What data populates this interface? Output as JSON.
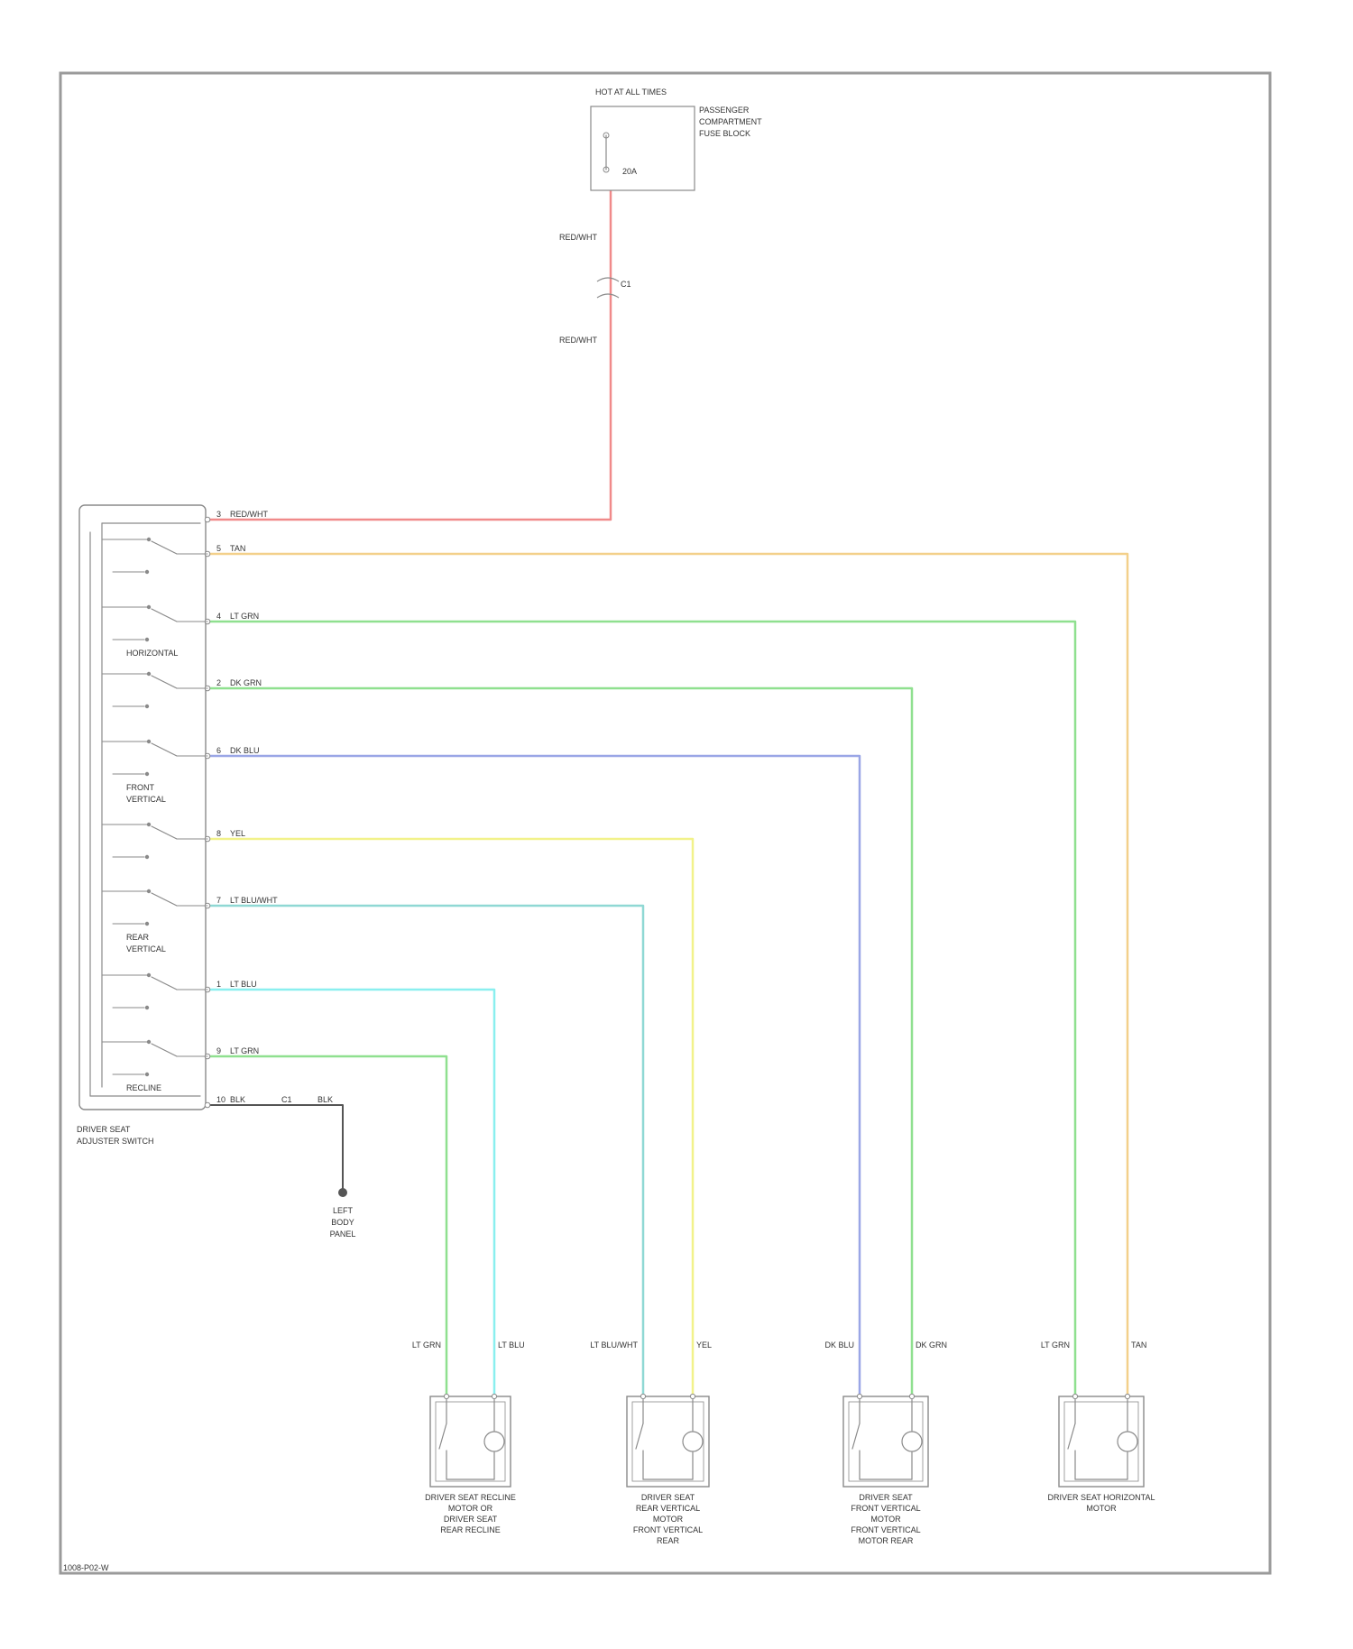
{
  "colors": {
    "frame": "#9a9a9a",
    "component": "#8a8a8a",
    "wire_red": "#f08a8a",
    "wire_orange": "#f3d08a",
    "wire_green": "#8fe08f",
    "wire_blue": "#9aa6e6",
    "wire_yellow": "#f2f28a",
    "wire_teal": "#8fd8d4",
    "wire_cyan": "#8aefef",
    "ground": "#555555"
  },
  "fuse_block": {
    "header": "HOT AT ALL TIMES",
    "fuse_label": "20A",
    "desc_lines": [
      "PASSENGER",
      "COMPARTMENT",
      "FUSE BLOCK"
    ],
    "wire_top": "RED/WHT",
    "connector": "C1",
    "wire_bottom": "RED/WHT"
  },
  "switch_assembly": {
    "caption_lines": [
      "DRIVER SEAT",
      "ADJUSTER SWITCH"
    ],
    "group_labels": [
      [
        "HORIZONTAL"
      ],
      [
        "FRONT",
        "VERTICAL"
      ],
      [
        "REAR",
        "VERTICAL"
      ],
      [
        "RECLINE"
      ]
    ],
    "pins": [
      {
        "pin": "3",
        "wire": "RED/WHT"
      },
      {
        "pin": "5",
        "wire": "TAN"
      },
      {
        "pin": "4",
        "wire": "LT GRN"
      },
      {
        "pin": "2",
        "wire": "DK GRN"
      },
      {
        "pin": "6",
        "wire": "DK BLU"
      },
      {
        "pin": "8",
        "wire": "YEL"
      },
      {
        "pin": "7",
        "wire": "LT BLU/WHT"
      },
      {
        "pin": "1",
        "wire": "LT BLU"
      },
      {
        "pin": "9",
        "wire": "LT GRN"
      },
      {
        "pin": "10",
        "wire": "BLK"
      }
    ],
    "ground_wire": "BLK",
    "ground_connector": "C1",
    "ground_caption_lines": [
      "LEFT",
      "BODY",
      "PANEL"
    ]
  },
  "motors": [
    {
      "label_a": "LT GRN",
      "label_b": "LT BLU",
      "caption_lines": [
        "DRIVER SEAT RECLINE",
        "MOTOR OR",
        "DRIVER SEAT",
        "REAR RECLINE"
      ]
    },
    {
      "label_a": "LT BLU/WHT",
      "label_b": "YEL",
      "caption_lines": [
        "DRIVER SEAT",
        "REAR VERTICAL",
        "MOTOR",
        "FRONT VERTICAL",
        "REAR"
      ]
    },
    {
      "label_a": "DK BLU",
      "label_b": "DK GRN",
      "caption_lines": [
        "DRIVER SEAT",
        "FRONT VERTICAL",
        "MOTOR",
        "FRONT VERTICAL",
        "MOTOR REAR"
      ]
    },
    {
      "label_a": "LT GRN",
      "label_b": "TAN",
      "caption_lines": [
        "DRIVER SEAT HORIZONTAL",
        "MOTOR"
      ]
    }
  ],
  "footer": "1008-P02-W"
}
